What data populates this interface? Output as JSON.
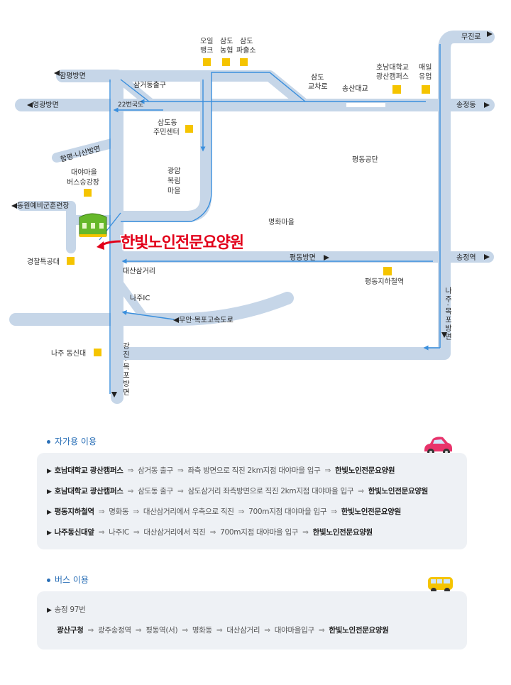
{
  "map": {
    "destination": "한빛노인전문요양원",
    "road_labels": {
      "hampyeong": "함평방면",
      "yeonggwang": "영광방면",
      "hampyeong_nasan": "함평·나산방면",
      "dongwon": "동원예비군훈련장",
      "songjeong_dong": "송정동",
      "songjeong_station": "송정역",
      "mujinro": "무진로",
      "pyeongdong_direction": "평동방면",
      "muan_mokpo": "무안·목포고속도로",
      "gangjin_mokpo": "강진·목포방면",
      "naju_mokpo": "나주·목포방면",
      "samgeo_exit": "삼거동출구",
      "route22": "22번국도",
      "samdo_intersection": [
        "삼도",
        "교차로"
      ],
      "songsan_bridge": "송산대교",
      "daesan": "대산삼거리",
      "naju_ic": "나주IC"
    },
    "landmarks": {
      "oil_bank": [
        "오일",
        "뱅크"
      ],
      "samdo_nonghyup": [
        "삼도",
        "농협"
      ],
      "samdo_police": [
        "삼도",
        "파출소"
      ],
      "honam_univ": [
        "호남대학교",
        "광산캠퍼스"
      ],
      "maeil": [
        "매일",
        "유업"
      ],
      "samdo_center": [
        "삼도동",
        "주민센터"
      ],
      "gwangam": [
        "광암",
        "복림",
        "마을"
      ],
      "pyeongdong_industrial": "평동공단",
      "daeya_bus": [
        "대야마을",
        "버스승강장"
      ],
      "myeonghwa": "명화마을",
      "police_unit": "경찰특공대",
      "pyeongdong_steel": "평동지하철역",
      "naju_dongsin": "나주 동신대"
    }
  },
  "car": {
    "title": "자가용 이용",
    "routes": [
      [
        "호남대학교 광산캠퍼스",
        "삼거동 출구",
        "좌측 방면으로 직진 2km지점 대야마을 입구",
        "한빛노인전문요양원"
      ],
      [
        "호남대학교 광산캠퍼스",
        "삼도동 출구",
        "삼도삼거리 좌측방면으로 직진 2km지점 대야마을 입구",
        "한빛노인전문요양원"
      ],
      [
        "평동지하철역",
        "명화동",
        "대산삼거리에서 우측으로 직진",
        "700m지점 대야마을 입구",
        "한빛노인전문요양원"
      ],
      [
        "나주동신대앞",
        "나주IC",
        "대산삼거리에서 직진",
        "700m지점 대야마을 입구",
        "한빛노인전문요양원"
      ]
    ]
  },
  "bus": {
    "title": "버스 이용",
    "line": "송정 97번",
    "route": [
      "광산구청",
      "광주송정역",
      "평동역(서)",
      "명화동",
      "대산삼거리",
      "대야마을입구",
      "한빛노인전문요양원"
    ]
  },
  "colors": {
    "road": "#c6d6e8",
    "road_line": "#3a8fdd",
    "destination": "#e2001a",
    "accent": "#2a6fb7",
    "box": "#eef1f5",
    "marker": "#f5c400"
  }
}
